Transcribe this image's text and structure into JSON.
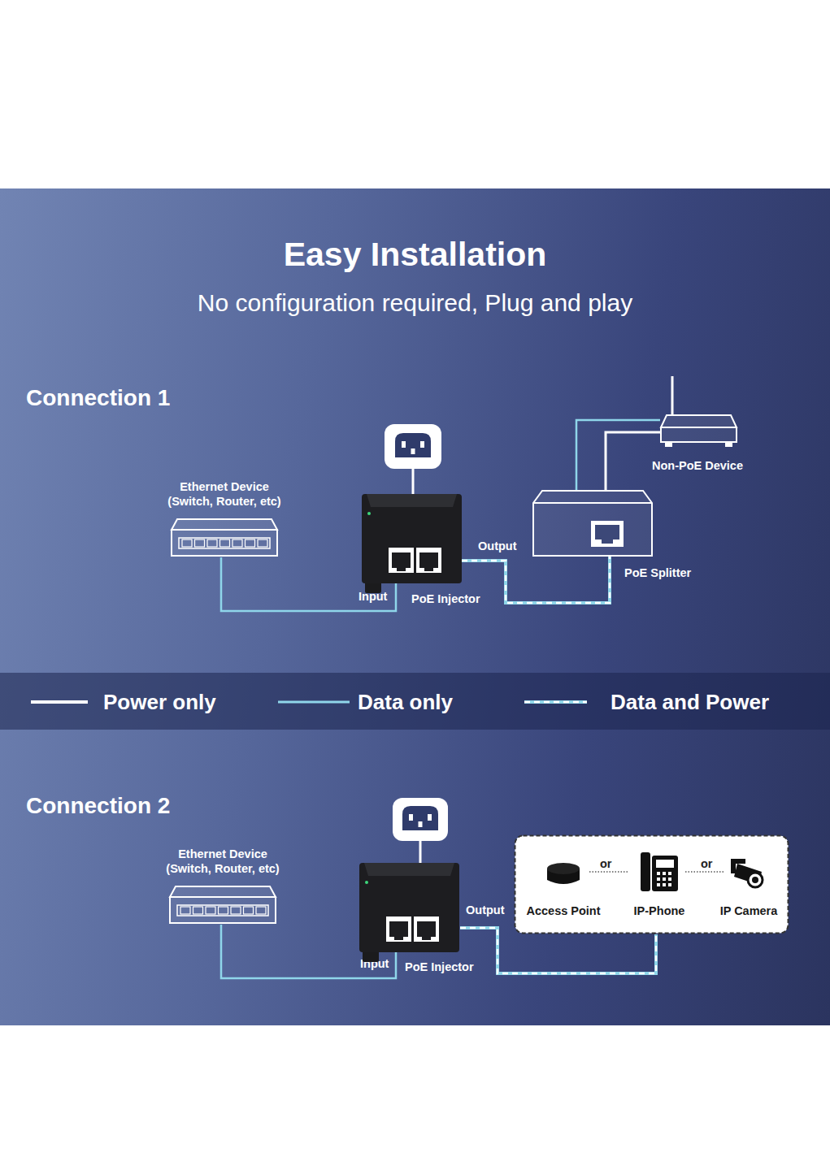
{
  "diagram": {
    "title": "Easy Installation",
    "nodes": [
      {
        "text": [
          "Ethernet Device (Switch, Router, etc)"
        ]
      },
      {
        "text": [
          "PoE Injector"
        ]
      },
      {
        "text": [
          "Non-PoE Device"
        ]
      },
      {
        "text": [
          "PoE Splitter"
        ]
      },
      {
        "text": [
          "Ethernet Device (Switch, Router, etc)"
        ]
      },
      {
        "text": [
          "PoE Injector"
        ]
      },
      {
        "text": [
          "or",
          "or"
        ]
      },
      {
        "text": [
          "Access Point"
        ],
        "in": 6
      },
      {
        "text": [
          "IP-Phone"
        ],
        "in": 6
      },
      {
        "text": [
          "IP Camera"
        ],
        "in": 6
      }
    ],
    "edges": [
      {
        "from": 0,
        "to": 1,
        "arrow": "none"
      },
      {
        "from": 1,
        "to": 3,
        "arrow": "none"
      },
      {
        "from": 3,
        "to": 2,
        "arrow": "none"
      },
      {
        "from": 3,
        "to": 2,
        "arrow": "none"
      },
      {
        "from": 4,
        "to": 5,
        "arrow": "none"
      },
      {
        "from": 5,
        "to": 6,
        "arrow": "none"
      }
    ],
    "labels": [
      "No configuration required, Plug and play",
      "Connection 1",
      "Input",
      "Output",
      "Connection 2",
      "Input",
      "Output"
    ],
    "legend": [
      {
        "text": "Power only"
      },
      {
        "text": "Data only"
      },
      {
        "text": "Data and Power"
      }
    ]
  }
}
